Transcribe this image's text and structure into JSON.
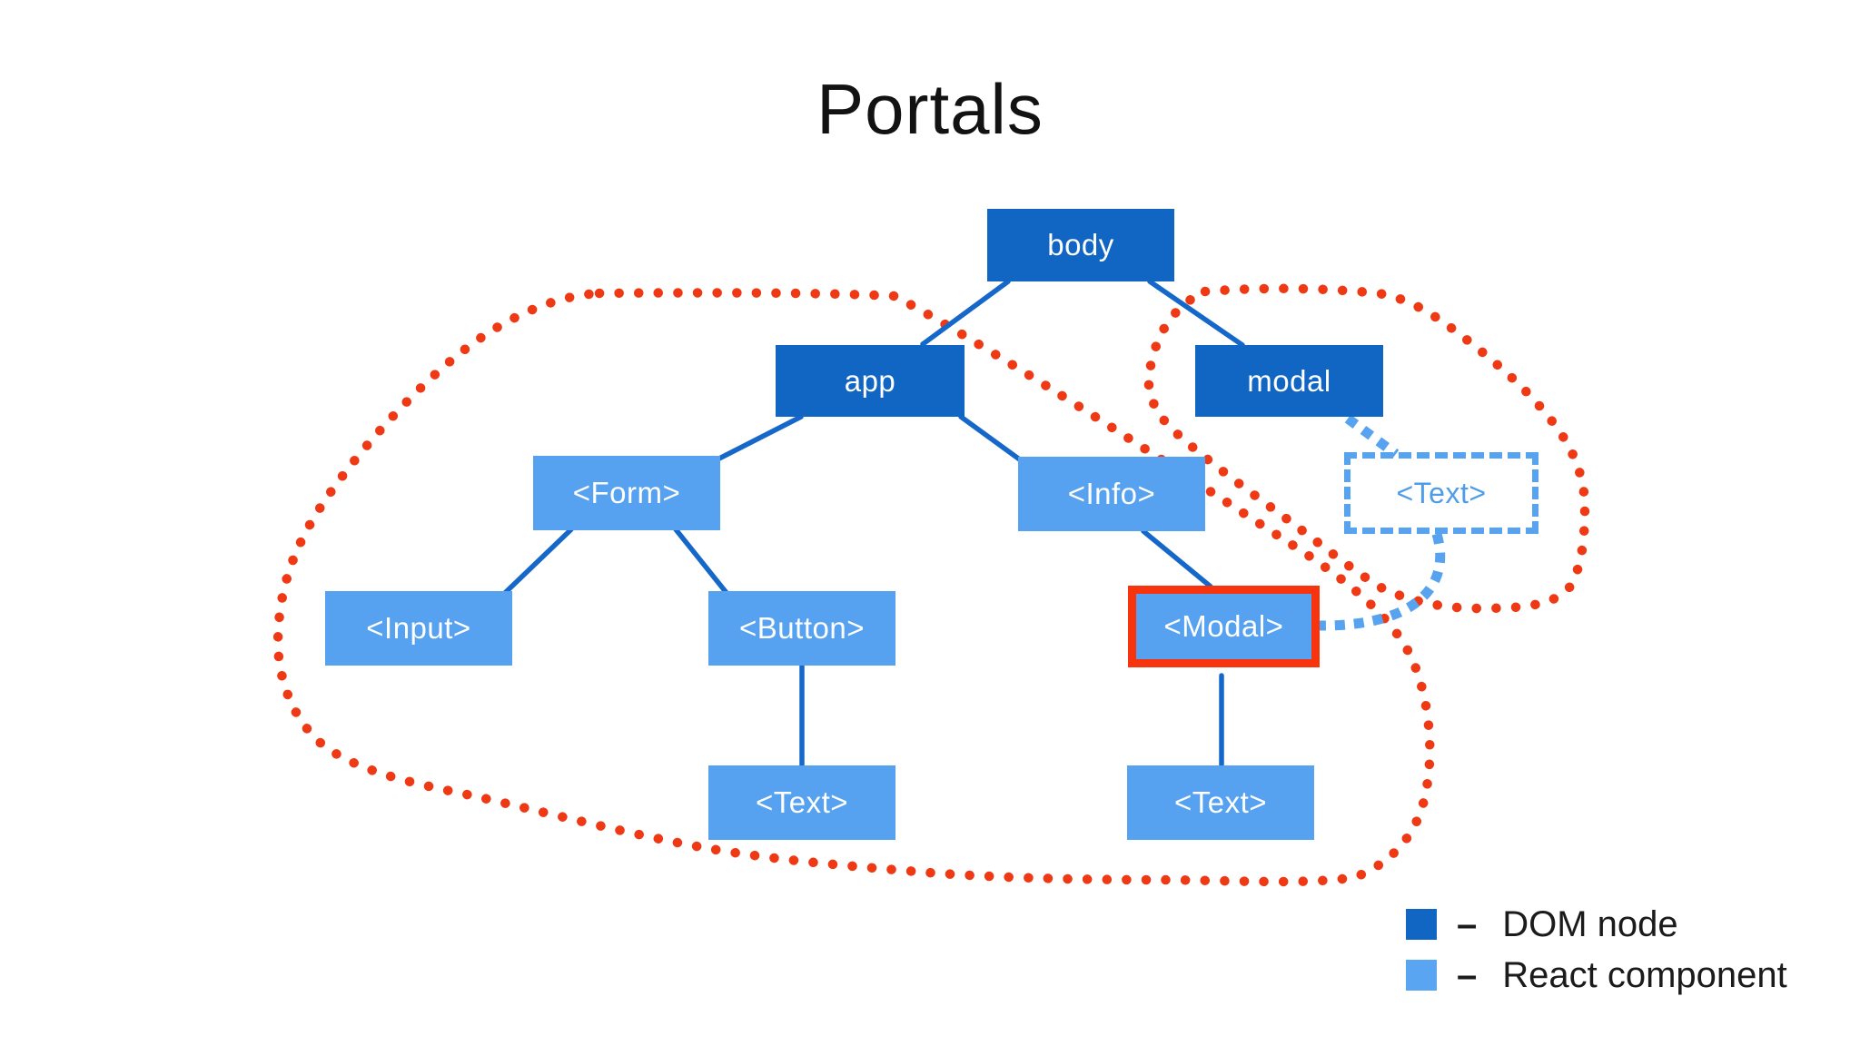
{
  "title": "Portals",
  "nodes": {
    "body": {
      "label": "body",
      "type": "DOM node"
    },
    "app": {
      "label": "app",
      "type": "DOM node"
    },
    "modal": {
      "label": "modal",
      "type": "DOM node"
    },
    "form": {
      "label": "<Form>",
      "type": "React component"
    },
    "info": {
      "label": "<Info>",
      "type": "React component"
    },
    "input": {
      "label": "<Input>",
      "type": "React component"
    },
    "button": {
      "label": "<Button>",
      "type": "React component"
    },
    "modal_component": {
      "label": "<Modal>",
      "type": "React component",
      "highlighted": true
    },
    "button_text": {
      "label": "<Text>",
      "type": "React component"
    },
    "modal_text": {
      "label": "<Text>",
      "type": "React component"
    },
    "portal_text": {
      "label": "<Text>",
      "type": "React component",
      "style": "dashed-outline"
    }
  },
  "legend": {
    "separator": "–",
    "items": [
      {
        "name": "dom-node",
        "label": "DOM node",
        "color": "#1165c3"
      },
      {
        "name": "react-component",
        "label": "React component",
        "color": "#5aa5f2"
      }
    ]
  },
  "colors": {
    "background": "#ffffff",
    "title_text": "#121212",
    "dom_node_fill": "#1165c3",
    "react_component_fill": "#56a2f0",
    "node_text": "#ffffff",
    "tree_edge": "#1568c9",
    "portal_outline_red": "#ee3914",
    "modal_highlight_border": "#f8340e",
    "portal_link_blue": "#58a3f0",
    "portal_ghost_text": "#4f9cea",
    "legend_text": "#1b1b1b"
  }
}
